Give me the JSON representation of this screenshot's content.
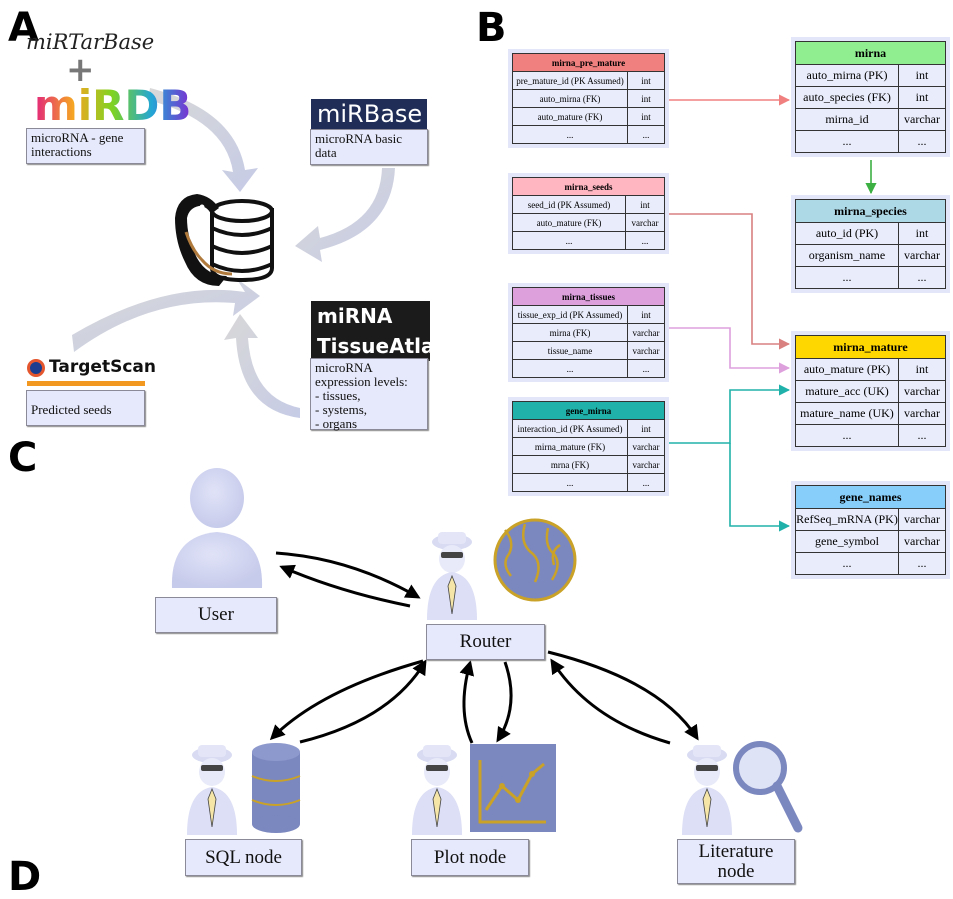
{
  "panels": {
    "a": "A",
    "b": "B",
    "c": "C",
    "d": "D"
  },
  "panel_a": {
    "sources": {
      "mirtarbase_logo": "miRTarBase",
      "mirdb_logo": "miRDB",
      "mirdb_desc": "microRNA - gene\ninteractions",
      "mirbase_logo": "miRBase",
      "mirbase_desc": "microRNA basic\ndata",
      "atlas_logo": "miRNA\nTissueAtlas",
      "atlas_desc": "microRNA\nexpression levels:\n- tissues,\n- systems,\n- organs",
      "targetscan_logo": "TargetScan",
      "targetscan_desc": "Predicted seeds"
    }
  },
  "panel_b": {
    "colors": {
      "red": "#f08080",
      "pink": "#ffb6c1",
      "violet": "#dda0dd",
      "teal": "#20b2aa",
      "green": "#90ee90",
      "blue": "#add8e6",
      "gold": "#ffd700",
      "sky": "#87cefa"
    },
    "tables": {
      "mirna_pre_mature": {
        "name": "mirna_pre_mature",
        "rows": [
          [
            "pre_mature_id (PK Assumed)",
            "int"
          ],
          [
            "auto_mirna (FK)",
            "int"
          ],
          [
            "auto_mature (FK)",
            "int"
          ],
          [
            "...",
            "..."
          ]
        ]
      },
      "mirna_seeds": {
        "name": "mirna_seeds",
        "rows": [
          [
            "seed_id (PK Assumed)",
            "int"
          ],
          [
            "auto_mature (FK)",
            "varchar"
          ],
          [
            "...",
            "..."
          ]
        ]
      },
      "mirna_tissues": {
        "name": "mirna_tissues",
        "rows": [
          [
            "tissue_exp_id (PK Assumed)",
            "int"
          ],
          [
            "mirna (FK)",
            "varchar"
          ],
          [
            "tissue_name",
            "varchar"
          ],
          [
            "...",
            "..."
          ]
        ]
      },
      "gene_mirna": {
        "name": "gene_mirna",
        "rows": [
          [
            "interaction_id (PK Assumed)",
            "int"
          ],
          [
            "mirna_mature (FK)",
            "varchar"
          ],
          [
            "mrna (FK)",
            "varchar"
          ],
          [
            "...",
            "..."
          ]
        ]
      },
      "mirna": {
        "name": "mirna",
        "rows": [
          [
            "auto_mirna (PK)",
            "int"
          ],
          [
            "auto_species (FK)",
            "int"
          ],
          [
            "mirna_id",
            "varchar"
          ],
          [
            "...",
            "..."
          ]
        ]
      },
      "mirna_species": {
        "name": "mirna_species",
        "rows": [
          [
            "auto_id (PK)",
            "int"
          ],
          [
            "organism_name",
            "varchar"
          ],
          [
            "...",
            "..."
          ]
        ]
      },
      "mirna_mature": {
        "name": "mirna_mature",
        "rows": [
          [
            "auto_mature (PK)",
            "int"
          ],
          [
            "mature_acc (UK)",
            "varchar"
          ],
          [
            "mature_name (UK)",
            "varchar"
          ],
          [
            "...",
            "..."
          ]
        ]
      },
      "gene_names": {
        "name": "gene_names",
        "rows": [
          [
            "RefSeq_mRNA (PK)",
            "varchar"
          ],
          [
            "gene_symbol",
            "varchar"
          ],
          [
            "...",
            "..."
          ]
        ]
      }
    }
  },
  "panel_c": {
    "nodes": {
      "user": "User",
      "router": "Router",
      "sql": "SQL node",
      "plot": "Plot node",
      "literature": "Literature\nnode"
    }
  }
}
